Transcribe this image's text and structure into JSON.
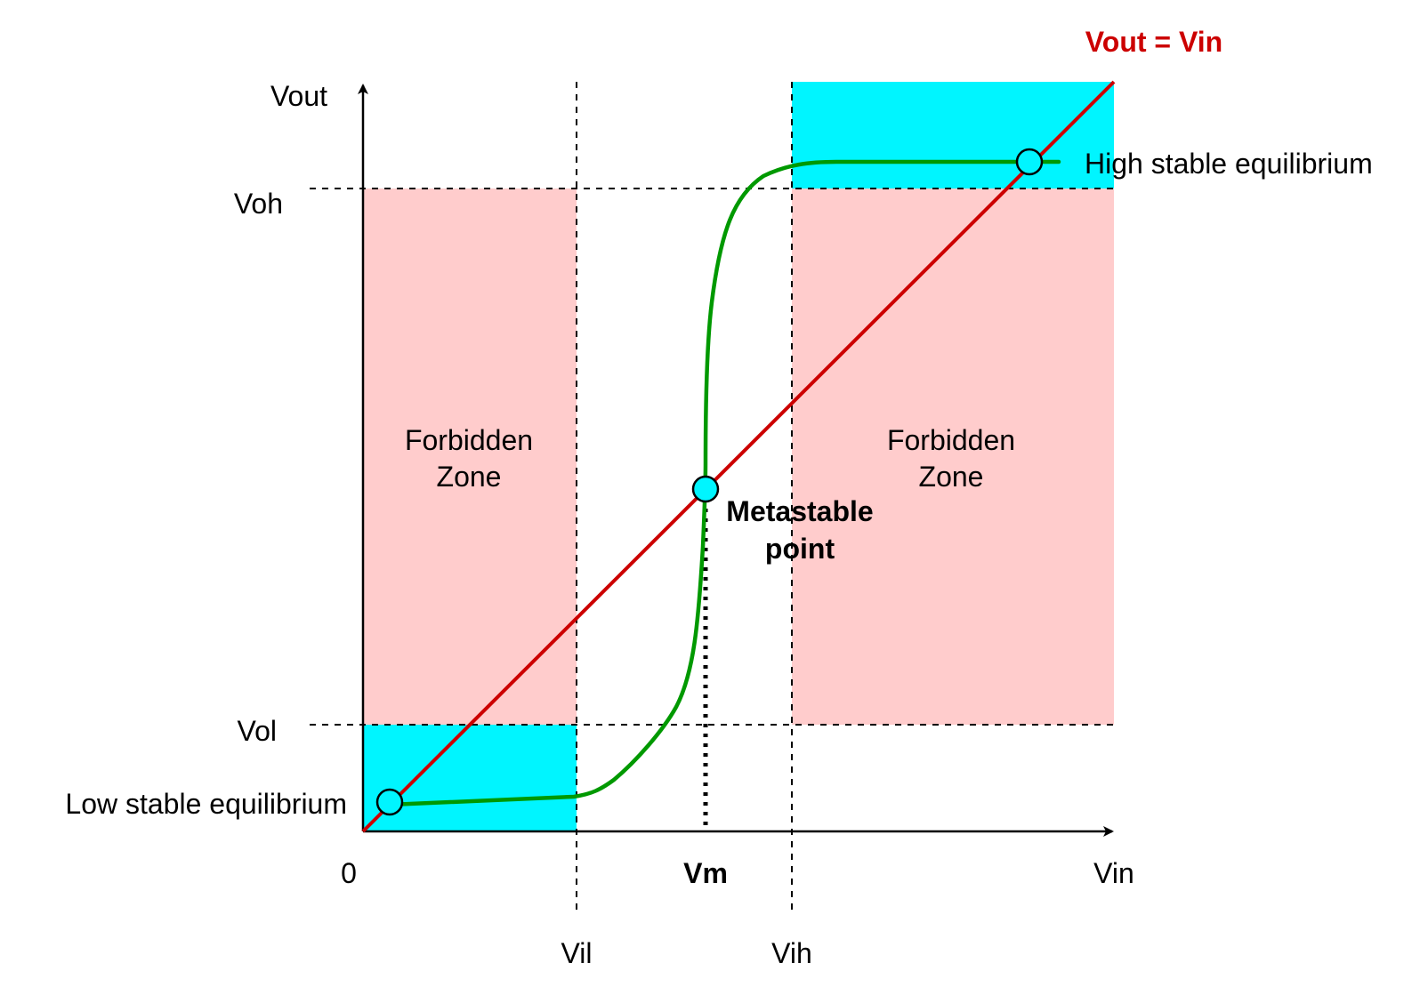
{
  "diagram": {
    "axes": {
      "y_label": "Vout",
      "x_label": "Vin",
      "origin_label": "0"
    },
    "levels": {
      "voh": "Voh",
      "vol": "Vol",
      "vil": "Vil",
      "vih": "Vih",
      "vm": "Vm"
    },
    "identity_line_label": "Vout = Vin",
    "zones": {
      "left_forbidden": [
        "Forbidden",
        "Zone"
      ],
      "right_forbidden": [
        "Forbidden",
        "Zone"
      ]
    },
    "points": {
      "high": "High stable equilibrium",
      "low": "Low stable equilibrium",
      "metastable": [
        "Metastable",
        "point"
      ]
    },
    "colors": {
      "forbidden_zone": "#ffcccc",
      "valid_zone": "#00f5ff",
      "identity_line": "#cc0000",
      "transfer_curve": "#009900",
      "axis": "#000000",
      "equilibrium_marker": "#00f5ff"
    }
  }
}
